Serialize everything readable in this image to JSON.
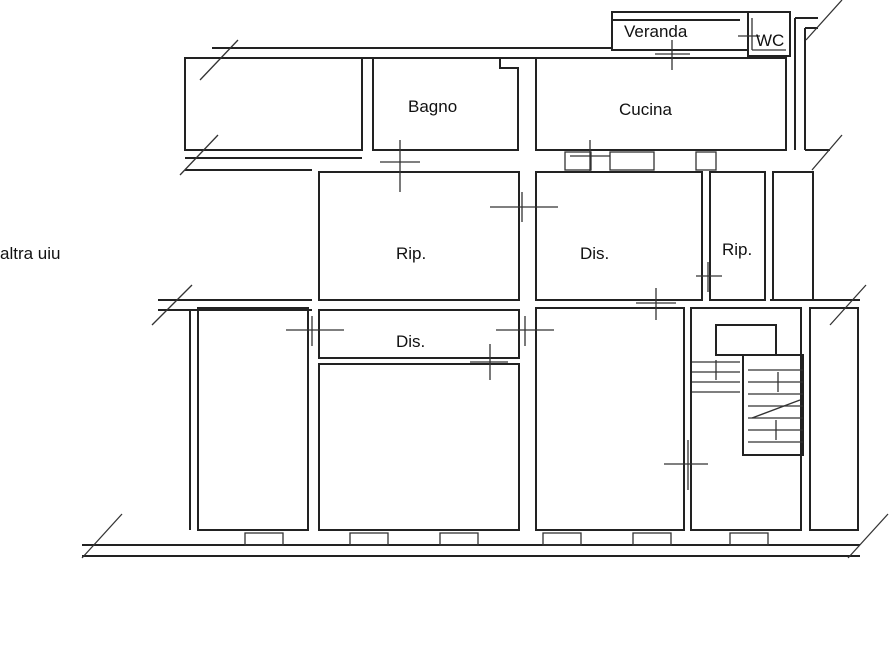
{
  "plan": {
    "labels": {
      "veranda": "Veranda",
      "wc": "WC",
      "bagno": "Bagno",
      "cucina": "Cucina",
      "rip_left": "Rip.",
      "dis_center": "Dis.",
      "rip_right": "Rip.",
      "dis_lower": "Dis.",
      "altra_uiu": "altra uiu"
    },
    "colors": {
      "line": "#222222",
      "background": "#ffffff",
      "text": "#111111"
    }
  }
}
